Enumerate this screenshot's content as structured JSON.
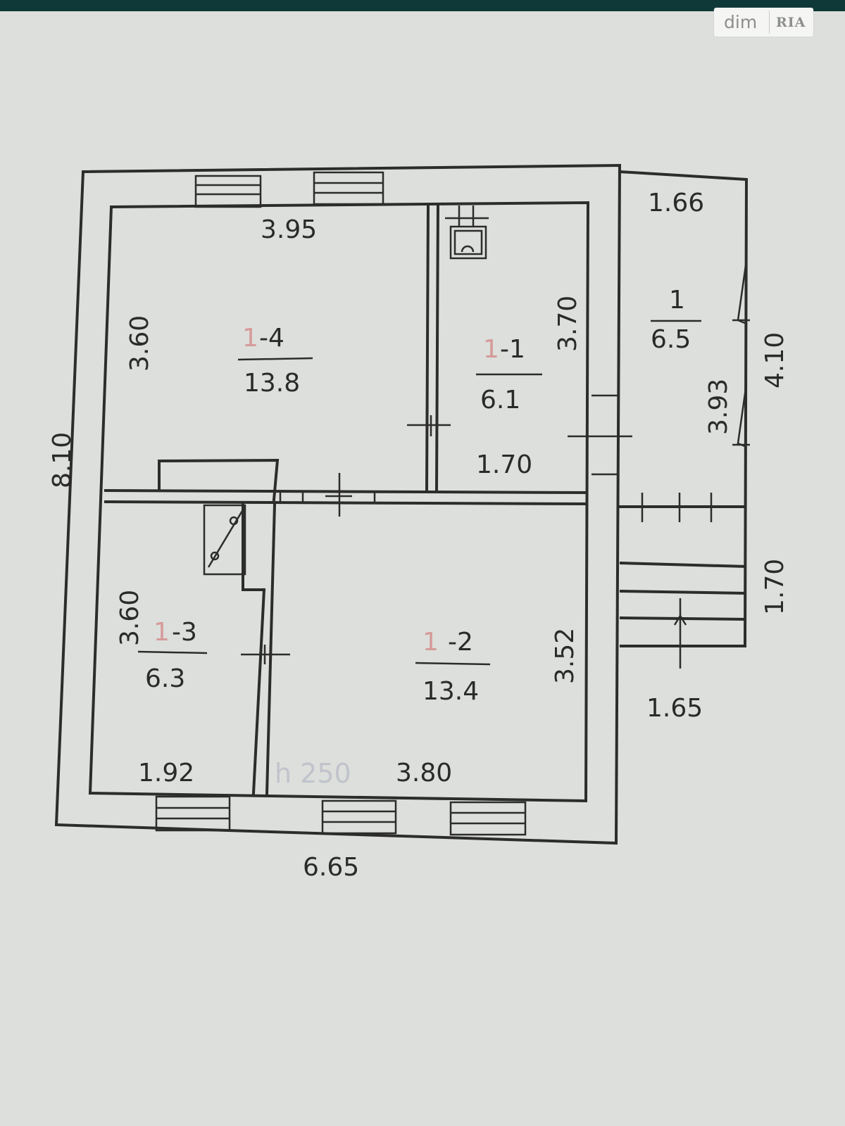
{
  "watermark": {
    "dim": "dim",
    "ria": "RIA"
  },
  "plan": {
    "overall": {
      "height": "8.10",
      "width": "6.65"
    },
    "rooms": [
      {
        "prefix": "1",
        "suffix": "-4",
        "area": "13.8",
        "width": "3.95",
        "length": "3.60"
      },
      {
        "prefix": "1",
        "suffix": "-1",
        "area": "6.1",
        "width": "1.70",
        "length": "3.70"
      },
      {
        "prefix": "1",
        "suffix": "-3",
        "area": "6.3",
        "width": "1.92",
        "length": "3.60"
      },
      {
        "prefix": "1",
        "suffix": "-2",
        "area": "13.4",
        "width": "3.80",
        "length": "3.52"
      }
    ],
    "annex": {
      "number": "1",
      "area": "6.5",
      "width": "1.66",
      "inner_length": "3.93",
      "outer_length": "4.10",
      "porch_length": "1.70",
      "porch_width": "1.65"
    },
    "ceiling_height": "h 250"
  }
}
